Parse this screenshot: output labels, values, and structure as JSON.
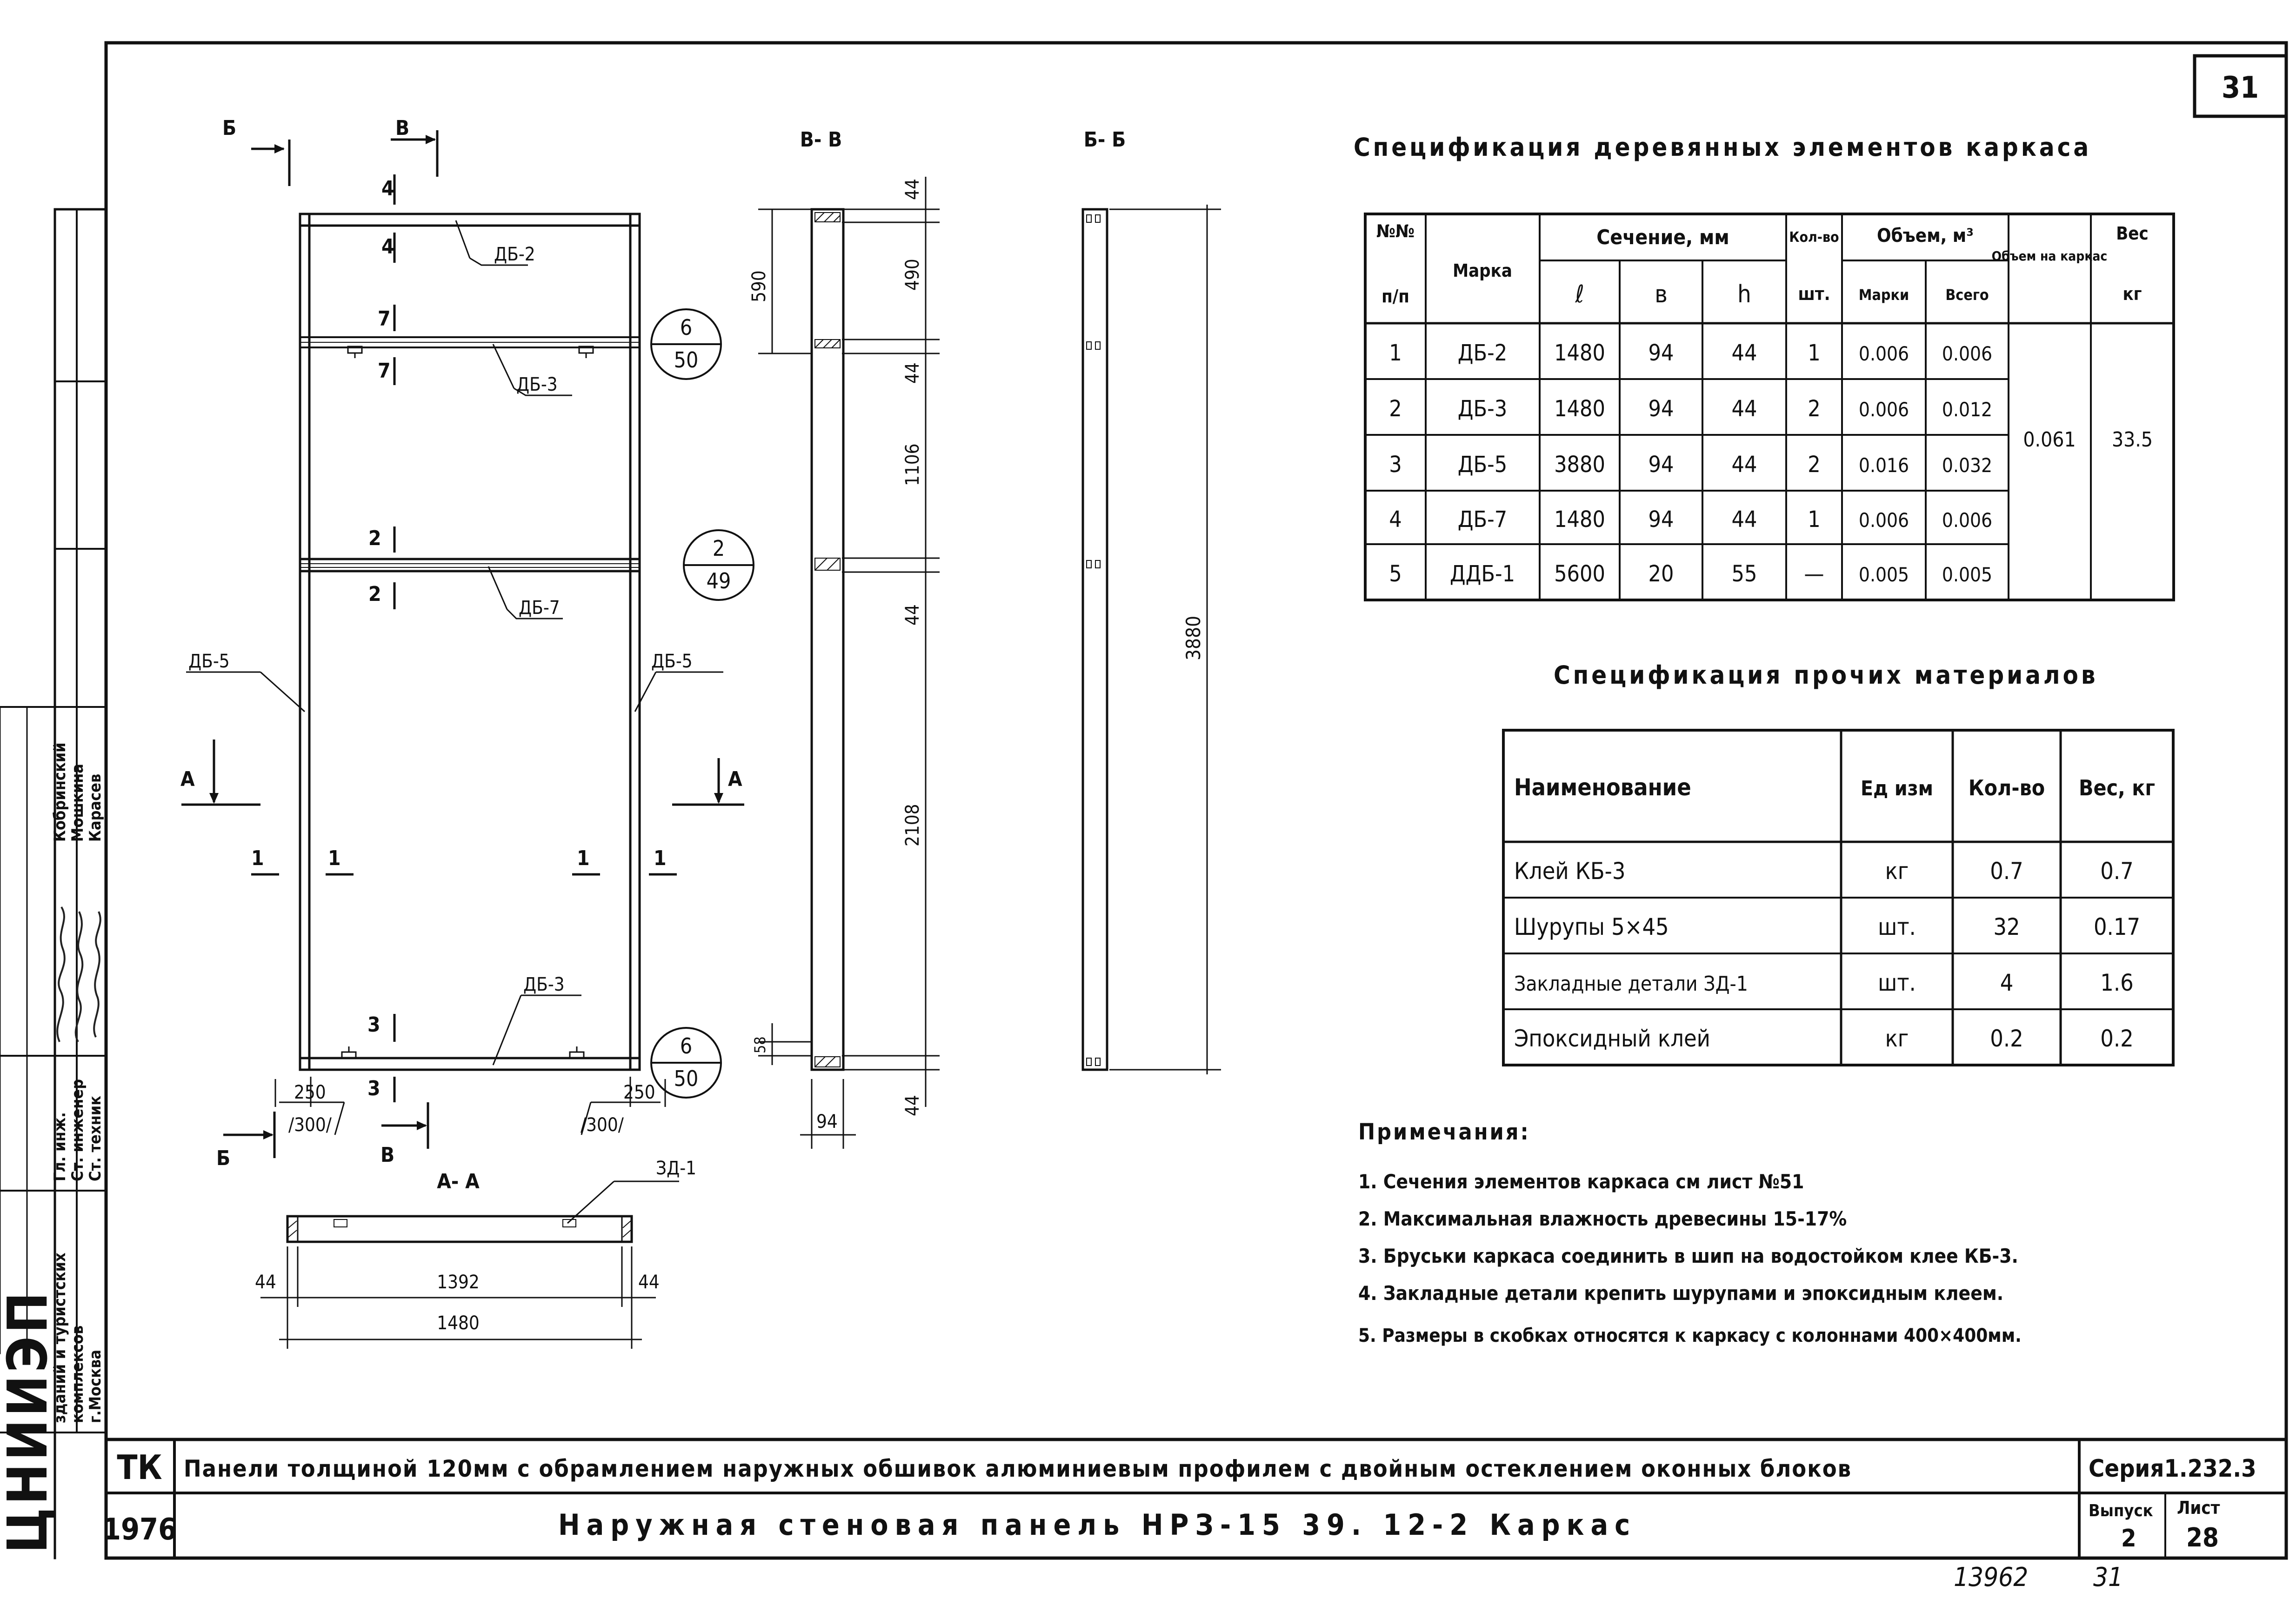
{
  "sheet_no": "31",
  "footer": {
    "code": "ТК",
    "year": "1976",
    "title1": "Панели толщиной 120мм с обрамлением наружных обшивок алюминиевым профилем с двойным остеклением оконных блоков",
    "title2": "Наружная стеновая панель НРЗ-15 39. 12-2 Каркас",
    "series": "Серия1.232.3",
    "issue_label": "Выпуск",
    "issue_no": "2",
    "sheet_label": "Лист",
    "sheet_no2": "28",
    "stamp": "13962",
    "stamp_sheet": "31"
  },
  "side": {
    "institute": "ЦНИИЭП",
    "org1": "зданий и туристских",
    "org2": "комплексов",
    "org3": "г.Москва",
    "role1": "Гл. инж.",
    "role2": "Ст. инженер",
    "role3": "Ст. техник",
    "name1": "Кобринский",
    "name2": "Мошкина",
    "name3": "Карасев"
  },
  "drawing": {
    "main": {
      "labels": {
        "db2": "ДБ-2",
        "db3_top": "ДБ-3",
        "db7": "ДБ-7",
        "db5_left": "ДБ-5",
        "db5_right": "ДБ-5",
        "db3_bot": "ДБ-3",
        "dim250_l": "250",
        "dim300_l": "/300/",
        "dim250_r": "250",
        "dim300_r": "/300/",
        "cut_b_top": "Б",
        "cut_v_top": "В",
        "cut_b_bot": "Б",
        "cut_v_bot": "В",
        "cut_a_left": "А",
        "cut_a_right": "А",
        "sec_4a": "4",
        "sec_4b": "4",
        "sec_7a": "7",
        "sec_7b": "7",
        "sec_2a": "2",
        "sec_2b": "2",
        "sec_3a": "3",
        "sec_3b": "3",
        "sec_1a": "1",
        "sec_1b": "1",
        "sec_1c": "1",
        "sec_1d": "1"
      },
      "circles": [
        {
          "top": "6",
          "bottom": "50"
        },
        {
          "top": "2",
          "bottom": "49"
        },
        {
          "top": "6",
          "bottom": "50"
        }
      ]
    },
    "vv": {
      "title": "В- В",
      "dims_right": [
        "44",
        "490",
        "44",
        "1106",
        "44",
        "2108",
        "44"
      ],
      "dim_590": "590",
      "dim_58": "58",
      "dim_94": "94"
    },
    "bb": {
      "title": "Б- Б",
      "dim_total": "3880"
    },
    "aa": {
      "title": "А- А",
      "zd": "ЗД-1",
      "dim_44_l": "44",
      "dim_1392": "1392",
      "dim_44_r": "44",
      "dim_1480": "1480"
    }
  },
  "spec1": {
    "title": "Спецификация деревянных элементов каркаса",
    "headers": {
      "nn": "№№",
      "np": "п/п",
      "marka": "Марка",
      "sechenie": "Сечение, мм",
      "l": "ℓ",
      "b": "в",
      "h": "h",
      "kolvo": "Кол-во",
      "sht": "шт.",
      "obem": "Объем, м³",
      "marki": "Марки",
      "vsego": "Всего",
      "obem_na": "Объем на каркас",
      "ves": "Вес",
      "kg": "кг"
    },
    "rows": [
      [
        "1",
        "ДБ-2",
        "1480",
        "94",
        "44",
        "1",
        "0.006",
        "0.006"
      ],
      [
        "2",
        "ДБ-3",
        "1480",
        "94",
        "44",
        "2",
        "0.006",
        "0.012"
      ],
      [
        "3",
        "ДБ-5",
        "3880",
        "94",
        "44",
        "2",
        "0.016",
        "0.032"
      ],
      [
        "4",
        "ДБ-7",
        "1480",
        "94",
        "44",
        "1",
        "0.006",
        "0.006"
      ],
      [
        "5",
        "ДДБ-1",
        "5600",
        "20",
        "55",
        "—",
        "0.005",
        "0.005"
      ]
    ],
    "total_volume": "0.061",
    "total_weight": "33.5"
  },
  "spec2": {
    "title": "Спецификация прочих материалов",
    "headers": [
      "Наименование",
      "Ед изм",
      "Кол-во",
      "Вес, кг"
    ],
    "rows": [
      [
        "Клей КБ-3",
        "кг",
        "0.7",
        "0.7"
      ],
      [
        "Шурупы 5×45",
        "шт.",
        "32",
        "0.17"
      ],
      [
        "Закладные детали ЗД-1",
        "шт.",
        "4",
        "1.6"
      ],
      [
        "Эпоксидный клей",
        "кг",
        "0.2",
        "0.2"
      ]
    ]
  },
  "notes": {
    "title": "Примечания:",
    "items": [
      "1. Сечения элементов каркаса см лист №51",
      "2. Максимальная влажность древесины 15-17%",
      "3. Бруськи каркаса соединить в шип на водостойком клее КБ-3.",
      "4. Закладные детали крепить шурупами и эпоксидным клеем.",
      "5. Размеры в скобках относятся к каркасу с колоннами 400×400мм."
    ]
  }
}
